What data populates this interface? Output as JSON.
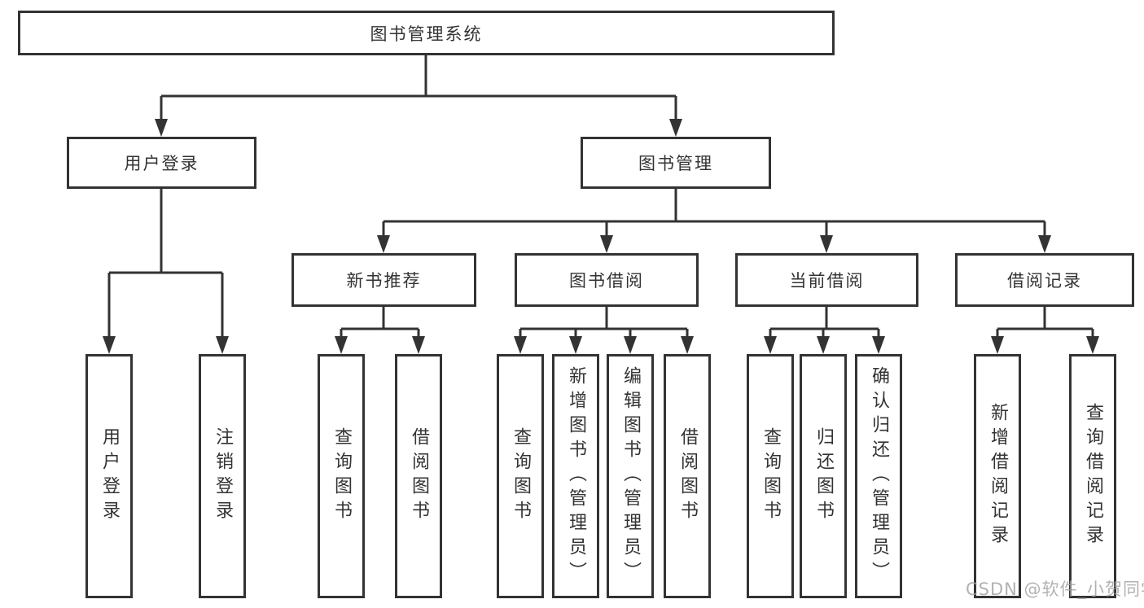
{
  "colors": {
    "line": "#333333",
    "box_border": "#333333",
    "text": "#333333",
    "watermark": "#a5a5a5",
    "background": "#ffffff"
  },
  "diagram": {
    "root": {
      "label": "图书管理系统"
    },
    "branches": [
      {
        "label": "用户登录",
        "children": [
          {
            "label": "用户登录"
          },
          {
            "label": "注销登录"
          }
        ]
      },
      {
        "label": "图书管理",
        "groups": [
          {
            "label": "新书推荐",
            "children": [
              {
                "label": "查询图书"
              },
              {
                "label": "借阅图书"
              }
            ]
          },
          {
            "label": "图书借阅",
            "children": [
              {
                "label": "查询图书"
              },
              {
                "label": "新增图书（管理员）"
              },
              {
                "label": "编辑图书（管理员）"
              },
              {
                "label": "借阅图书"
              }
            ]
          },
          {
            "label": "当前借阅",
            "children": [
              {
                "label": "查询图书"
              },
              {
                "label": "归还图书"
              },
              {
                "label": "确认归还（管理员）"
              }
            ]
          },
          {
            "label": "借阅记录",
            "children": [
              {
                "label": "新增借阅记录"
              },
              {
                "label": "查询借阅记录"
              }
            ]
          }
        ]
      }
    ]
  },
  "watermark": {
    "text": "CSDN @软件_小贺同学"
  }
}
